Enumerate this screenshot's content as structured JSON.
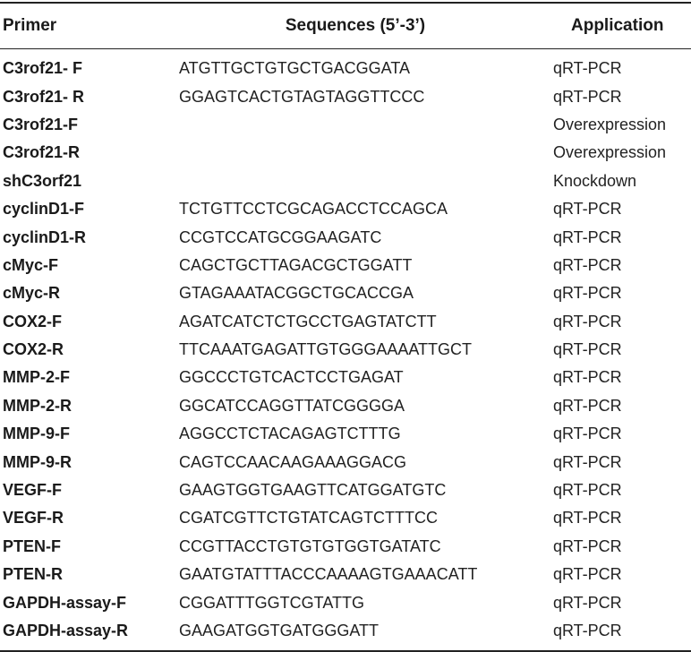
{
  "table": {
    "headers": {
      "primer": "Primer",
      "sequence": "Sequences (5’-3’)",
      "application": "Application"
    },
    "rows": [
      {
        "primer": "C3rof21- F",
        "sequence": "ATGTTGCTGTGCTGACGGATA",
        "application": "qRT-PCR"
      },
      {
        "primer": "C3rof21- R",
        "sequence": "GGAGTCACTGTAGTAGGTTCCC",
        "application": "qRT-PCR"
      },
      {
        "primer": "C3rof21-F",
        "sequence": "",
        "application": "Overexpression"
      },
      {
        "primer": "C3rof21-R",
        "sequence": "",
        "application": "Overexpression"
      },
      {
        "primer": "shC3orf21",
        "sequence": "",
        "application": "Knockdown"
      },
      {
        "primer": "cyclinD1-F",
        "sequence": "TCTGTTCCTCGCAGACCTCCAGCA",
        "application": "qRT-PCR"
      },
      {
        "primer": "cyclinD1-R",
        "sequence": "CCGTCCATGCGGAAGATC",
        "application": "qRT-PCR"
      },
      {
        "primer": "cMyc-F",
        "sequence": "CAGCTGCTTAGACGCTGGATT",
        "application": "qRT-PCR"
      },
      {
        "primer": "cMyc-R",
        "sequence": "GTAGAAATACGGCTGCACCGA",
        "application": "qRT-PCR"
      },
      {
        "primer": "COX2-F",
        "sequence": "AGATCATCTCTGCCTGAGTATCTT",
        "application": "qRT-PCR"
      },
      {
        "primer": "COX2-R",
        "sequence": "TTCAAATGAGATTGTGGGAAAATTGCT",
        "application": "qRT-PCR"
      },
      {
        "primer": "MMP-2-F",
        "sequence": "GGCCCTGTCACTCCTGAGAT",
        "application": "qRT-PCR"
      },
      {
        "primer": "MMP-2-R",
        "sequence": "GGCATCCAGGTTATCGGGGA",
        "application": "qRT-PCR"
      },
      {
        "primer": "MMP-9-F",
        "sequence": "AGGCCTCTACAGAGTCTTTG",
        "application": "qRT-PCR"
      },
      {
        "primer": "MMP-9-R",
        "sequence": "CAGTCCAACAAGAAAGGACG",
        "application": "qRT-PCR"
      },
      {
        "primer": "VEGF-F",
        "sequence": "GAAGTGGTGAAGTTCATGGATGTC",
        "application": "qRT-PCR"
      },
      {
        "primer": "VEGF-R",
        "sequence": "CGATCGTTCTGTATCAGTCTTTCC",
        "application": "qRT-PCR"
      },
      {
        "primer": "PTEN-F",
        "sequence": "CCGTTACCTGTGTGTGGTGATATC",
        "application": "qRT-PCR"
      },
      {
        "primer": "PTEN-R",
        "sequence": "GAATGTATTTACCCAAAAGTGAAACATT",
        "application": "qRT-PCR"
      },
      {
        "primer": "GAPDH-assay-F",
        "sequence": "CGGATTTGGTCGTATTG",
        "application": "qRT-PCR"
      },
      {
        "primer": "GAPDH-assay-R",
        "sequence": "GAAGATGGTGATGGGATT",
        "application": "qRT-PCR"
      }
    ]
  }
}
